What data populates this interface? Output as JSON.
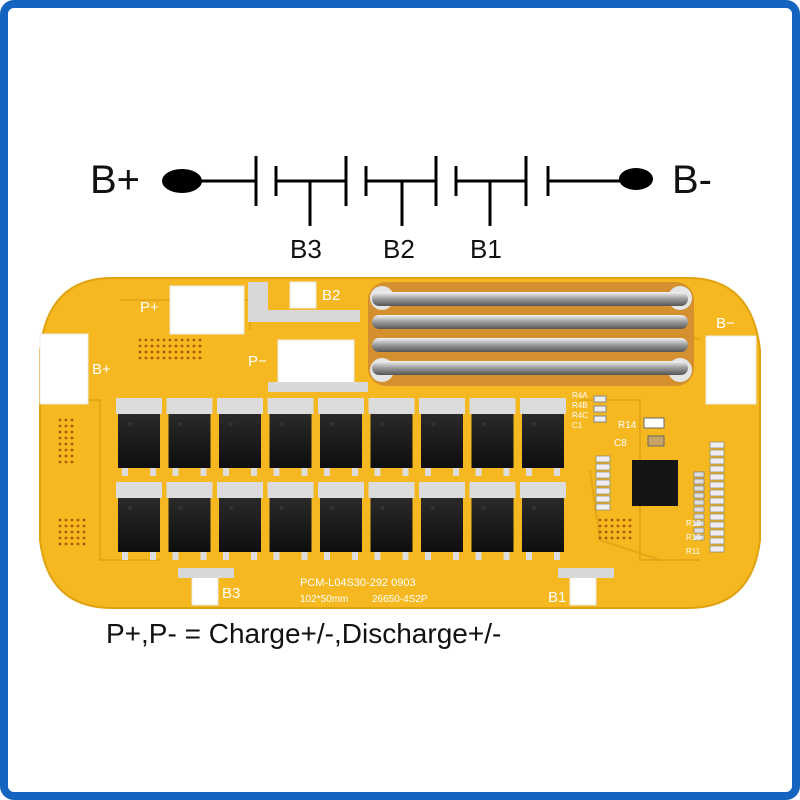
{
  "diagram": {
    "left_terminal": "B+",
    "right_terminal": "B-",
    "taps": [
      "B3",
      "B2",
      "B1"
    ]
  },
  "board": {
    "color": "#f5b820",
    "pads": {
      "p_plus": "P+",
      "p_minus": "P−",
      "b_plus": "B+",
      "b_minus": "B−",
      "b1": "B1",
      "b2": "B2",
      "b3": "B3"
    },
    "components": {
      "r4a": "R4A",
      "r4b": "R4B",
      "r4c": "R4C",
      "r14": "R14",
      "c8": "C8",
      "r12": "R12",
      "r10": "R10",
      "r11": "R11",
      "c1": "C1"
    },
    "silkscreen": {
      "model": "PCM-L04S30-292  0903",
      "size": "102*50mm",
      "cells": "26650-4S2P"
    }
  },
  "caption": "P+,P- = Charge+/-,Discharge+/-"
}
